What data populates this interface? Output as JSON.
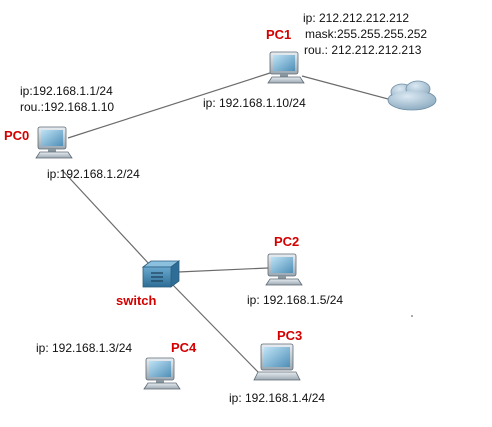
{
  "nodes": {
    "pc0": {
      "name": "PC0",
      "ip_top": "ip:192.168.1.1/24",
      "rou": "rou.:192.168.1.10",
      "ip_bottom": "ip:192.168.1.2/24"
    },
    "pc1": {
      "name": "PC1",
      "ip": "ip: 212.212.212.212",
      "mask": "mask:255.255.255.252",
      "rou": "rou.: 212.212.212.213",
      "link_ip": "ip: 192.168.1.10/24"
    },
    "pc2": {
      "name": "PC2",
      "ip": "ip: 192.168.1.5/24"
    },
    "pc3": {
      "name": "PC3",
      "ip": "ip: 192.168.1.4/24"
    },
    "pc4": {
      "name": "PC4",
      "ip": "ip: 192.168.1.3/24"
    },
    "switch": {
      "name": "switch"
    }
  },
  "colors": {
    "label_red": "#d40000",
    "link": "#6b6b6b",
    "device_blue": "#3f7fa6"
  }
}
